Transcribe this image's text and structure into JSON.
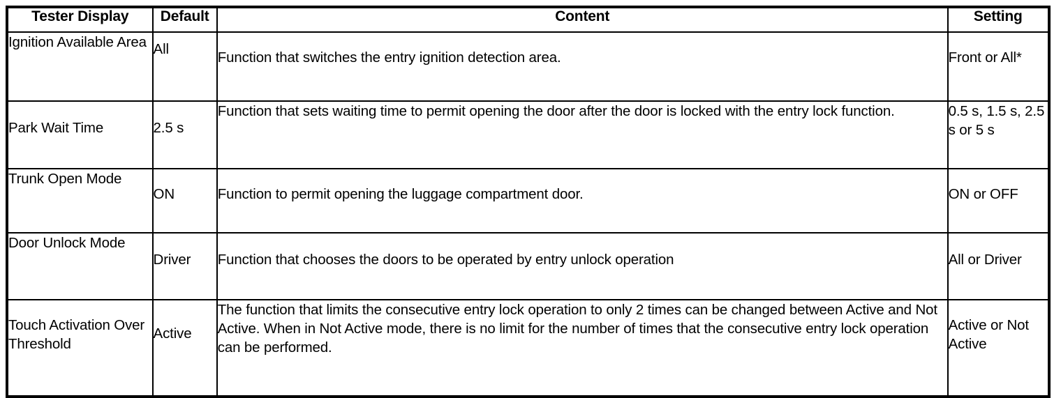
{
  "table": {
    "columns": [
      {
        "key": "tester_display",
        "label": "Tester Display",
        "align": "center"
      },
      {
        "key": "default",
        "label": "Default",
        "align": "center"
      },
      {
        "key": "content",
        "label": "Content",
        "align": "center"
      },
      {
        "key": "setting",
        "label": "Setting",
        "align": "center"
      }
    ],
    "headers": {
      "tester_display": "Tester Display",
      "default": "Default",
      "content": "Content",
      "setting": "Setting"
    },
    "rows": [
      {
        "tester_display": "Ignition Available Area",
        "default": "All",
        "content": "Function that switches the entry ignition detection area.",
        "setting": "Front or All*"
      },
      {
        "tester_display": "Park Wait Time",
        "default": "2.5 s",
        "content": "Function that sets waiting time to permit opening the door after the door is locked with the entry lock function.",
        "setting": "0.5 s, 1.5 s, 2.5 s or 5 s"
      },
      {
        "tester_display": "Trunk Open Mode",
        "default": "ON",
        "content": "Function to permit opening the luggage compartment door.",
        "setting": "ON or OFF"
      },
      {
        "tester_display": "Door Unlock Mode",
        "default": "Driver",
        "content": "Function that chooses the doors to be operated by entry unlock operation",
        "setting": "All or Driver"
      },
      {
        "tester_display": "Touch Activation Over Threshold",
        "default": "Active",
        "content": "The function that limits the consecutive entry lock operation to only 2 times can be changed between Active and Not Active. When in Not Active mode, there is no limit for the number of times that the consecutive entry lock operation can be performed.",
        "setting": "Active or Not Active"
      }
    ]
  },
  "colors": {
    "border": "#000000",
    "text": "#000000",
    "background": "#ffffff"
  }
}
